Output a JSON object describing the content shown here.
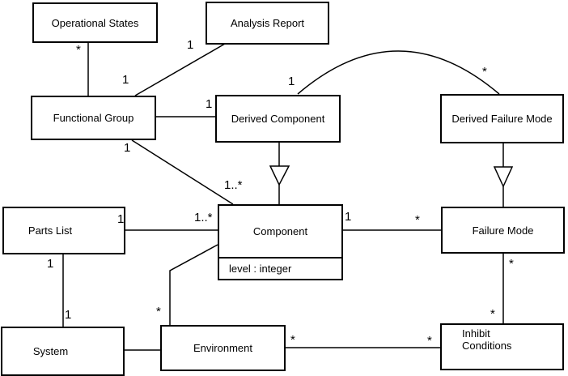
{
  "diagram": {
    "type": "uml-class-diagram",
    "colors": {
      "background": "#ffffff",
      "line": "#000000",
      "text": "#000000"
    },
    "nodes": {
      "operational_states": {
        "label": "Operational States"
      },
      "analysis_report": {
        "label": "Analysis Report"
      },
      "functional_group": {
        "label": "Functional Group"
      },
      "derived_component": {
        "label": "Derived Component"
      },
      "derived_failure_mode": {
        "label": "Derived Failure Mode"
      },
      "parts_list": {
        "label": "Parts List"
      },
      "component": {
        "label": "Component",
        "attribute": "level : integer"
      },
      "failure_mode": {
        "label": "Failure Mode"
      },
      "system": {
        "label": "System"
      },
      "environment": {
        "label": "Environment"
      },
      "inhibit_conditions": {
        "label": "Inhibit Conditions"
      }
    },
    "multiplicities": {
      "os_fg_at_os": "*",
      "ar_fg_at_ar": "1",
      "ar_fg_at_fg": "1",
      "fg_dc_at_dc": "1",
      "dc_dfm_at_dc": "1",
      "dc_dfm_at_dfm": "*",
      "fg_comp_at_fg": "1",
      "fg_comp_at_comp": "1..*",
      "pl_comp_at_pl": "1",
      "pl_comp_at_comp": "1..*",
      "comp_fm_at_comp": "1",
      "comp_fm_at_fm": "*",
      "fm_ic_at_fm": "*",
      "fm_ic_at_ic": "*",
      "comp_env_at_env": "*",
      "env_ic_at_env": "*",
      "env_ic_at_ic": "*",
      "pl_sys_at_pl": "1",
      "pl_sys_at_sys": "1"
    },
    "edges": [
      {
        "from": "Operational States",
        "to": "Functional Group",
        "type": "association",
        "from_mult": "*"
      },
      {
        "from": "Analysis Report",
        "to": "Functional Group",
        "type": "association",
        "from_mult": "1",
        "to_mult": "1"
      },
      {
        "from": "Functional Group",
        "to": "Derived Component",
        "type": "association",
        "to_mult": "1"
      },
      {
        "from": "Derived Component",
        "to": "Derived Failure Mode",
        "type": "association",
        "from_mult": "1",
        "to_mult": "*"
      },
      {
        "from": "Functional Group",
        "to": "Component",
        "type": "association",
        "from_mult": "1",
        "to_mult": "1..*"
      },
      {
        "from": "Parts List",
        "to": "Component",
        "type": "association",
        "from_mult": "1",
        "to_mult": "1..*"
      },
      {
        "from": "Component",
        "to": "Failure Mode",
        "type": "association",
        "from_mult": "1",
        "to_mult": "*"
      },
      {
        "from": "Derived Component",
        "to": "Component",
        "type": "generalization"
      },
      {
        "from": "Derived Failure Mode",
        "to": "Failure Mode",
        "type": "generalization"
      },
      {
        "from": "Component",
        "to": "Environment",
        "type": "association",
        "to_mult": "*"
      },
      {
        "from": "Parts List",
        "to": "System",
        "type": "association",
        "from_mult": "1",
        "to_mult": "1"
      },
      {
        "from": "System",
        "to": "Environment",
        "type": "association"
      },
      {
        "from": "Environment",
        "to": "Inhibit Conditions",
        "type": "association",
        "from_mult": "*",
        "to_mult": "*"
      },
      {
        "from": "Failure Mode",
        "to": "Inhibit Conditions",
        "type": "association",
        "from_mult": "*",
        "to_mult": "*"
      }
    ]
  }
}
